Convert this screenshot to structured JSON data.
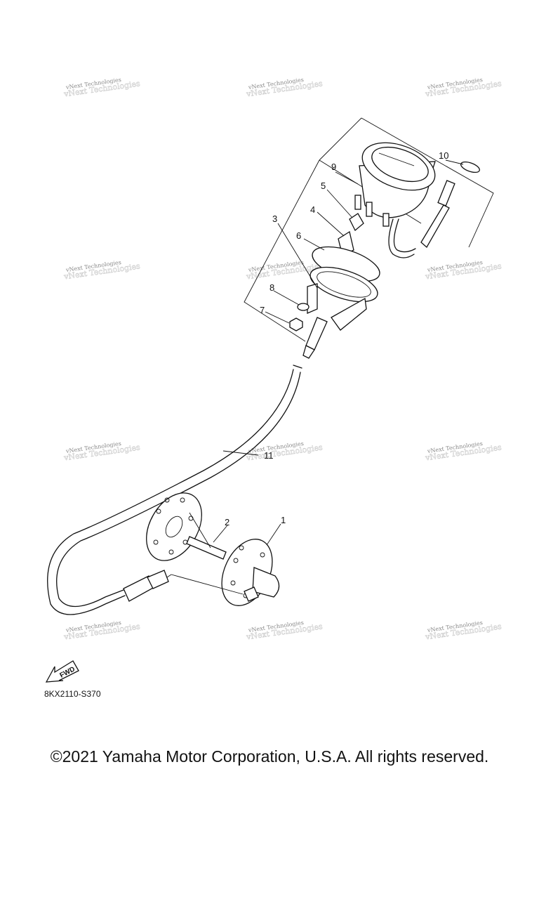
{
  "callouts": [
    "1",
    "2",
    "3",
    "4",
    "5",
    "6",
    "7",
    "8",
    "9",
    "10",
    "11"
  ],
  "watermark": "vNext Technologies",
  "fwd_label": "FWD",
  "diagram_code": "8KX2110-S370",
  "copyright": "©2021 Yamaha Motor Corporation, U.S.A. All rights reserved."
}
